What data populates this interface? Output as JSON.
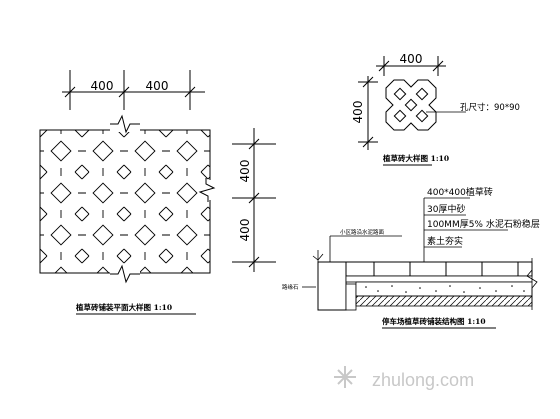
{
  "plan": {
    "dim_top_left": "400",
    "dim_top_right": "400",
    "dim_right_top": "400",
    "dim_right_bottom": "400",
    "caption": "植草砖铺装平面大样图 1:10"
  },
  "brick": {
    "dim_top": "400",
    "dim_left": "400",
    "hole_label": "孔尺寸：90*90",
    "caption": "植草砖大样图 1:10"
  },
  "section": {
    "layers": [
      "400*400植草砖",
      "30厚中砂",
      "100MM厚5% 水泥石粉稳层",
      "素土夯实"
    ],
    "curb_label": "小区路沿水泥路面",
    "stone_label": "路缘石",
    "caption": "停车场植草砖铺装结构图 1:10"
  },
  "watermark": "zhulong.com"
}
